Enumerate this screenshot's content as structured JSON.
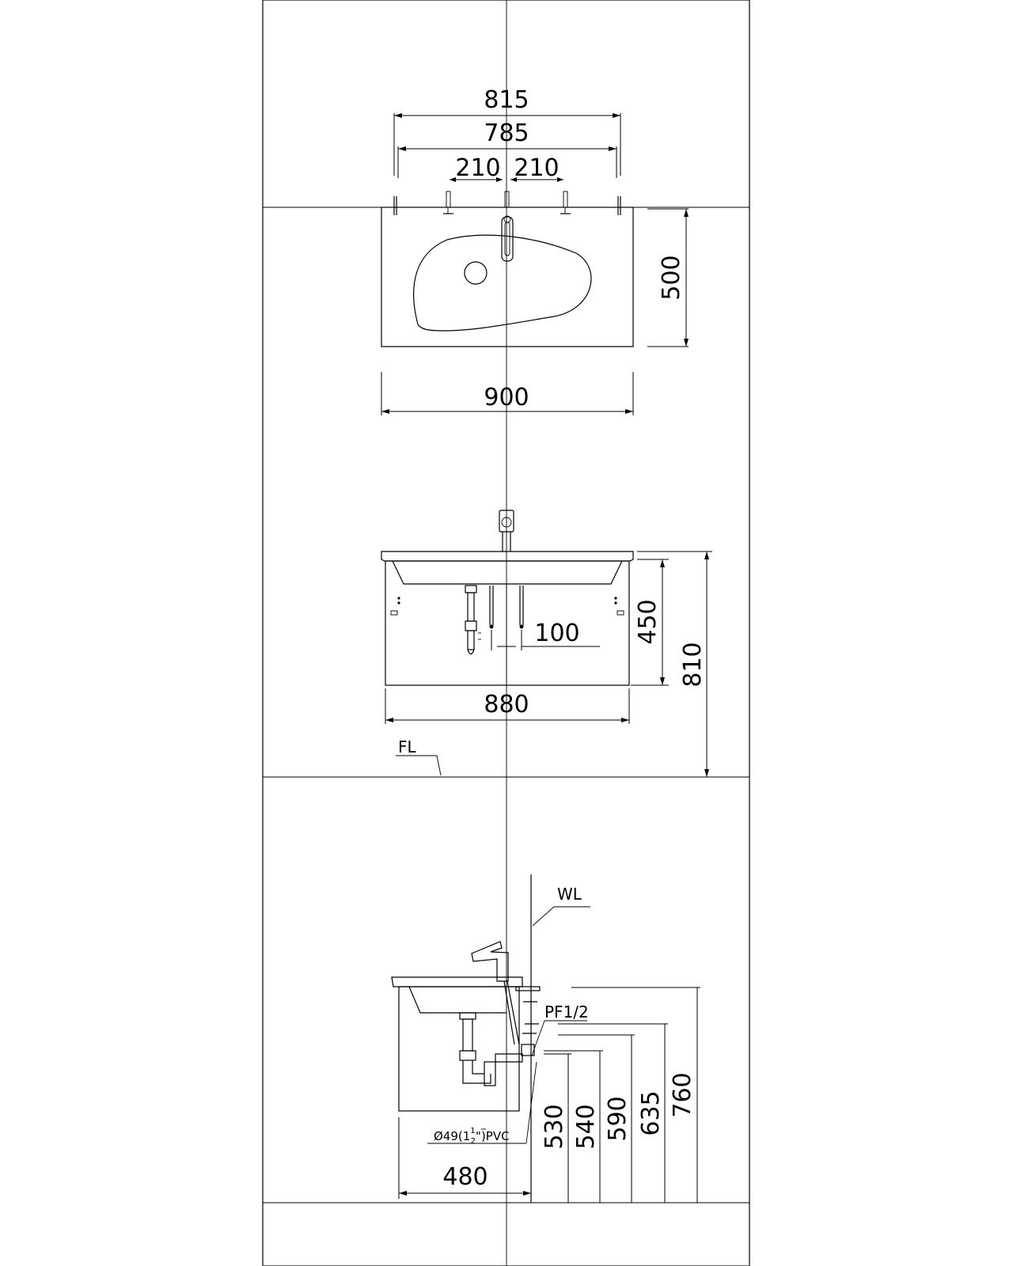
{
  "top_view": {
    "dim_overall_outer": "815",
    "dim_overall_inner": "785",
    "dim_left_offset": "210",
    "dim_right_offset": "210",
    "dim_depth": "500",
    "dim_width": "900"
  },
  "front_view": {
    "dim_cabinet_height": "450",
    "dim_total_height": "810",
    "dim_pipe_spacing": "100",
    "dim_cabinet_width": "880",
    "floor_label": "FL"
  },
  "side_view": {
    "wall_label": "WL",
    "supply_label": "PF1/2",
    "drain_label_prefix": "Ø49(1",
    "drain_label_frac_num": "1",
    "drain_label_frac_den": "2",
    "drain_label_suffix": "\")PVC",
    "dim_drain_offset": "480",
    "heights": [
      "530",
      "540",
      "590",
      "635",
      "760"
    ]
  }
}
